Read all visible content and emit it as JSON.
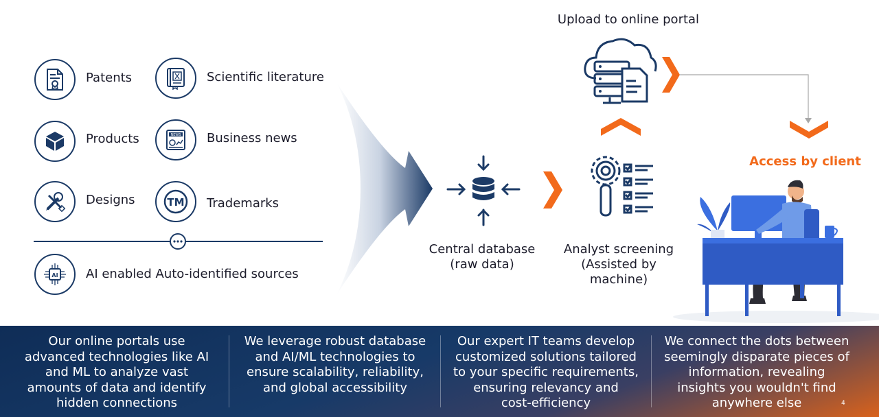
{
  "sources": [
    {
      "label": "Patents",
      "icon": "patent-document-icon"
    },
    {
      "label": "Scientific literature",
      "icon": "scientific-book-icon"
    },
    {
      "label": "Products",
      "icon": "product-box-icon"
    },
    {
      "label": "Business news",
      "icon": "newspaper-icon"
    },
    {
      "label": "Designs",
      "icon": "design-tools-icon"
    },
    {
      "label": "Trademarks",
      "icon": "trademark-icon"
    },
    {
      "label": "AI enabled Auto-identified sources",
      "icon": "ai-chip-icon"
    }
  ],
  "more_icon": "ellipsis-icon",
  "pipeline": {
    "database_line1": "Central database",
    "database_line2": "(raw data)",
    "screening_line1": "Analyst screening",
    "screening_line2": "(Assisted by",
    "screening_line3": "machine)",
    "upload_label": "Upload to online portal",
    "client_label": "Access by client"
  },
  "footer_columns": [
    [
      "Our online portals use",
      "advanced technologies like AI",
      "and ML to analyze vast",
      "amounts of data and identify",
      "hidden connections"
    ],
    [
      "We leverage robust database",
      "and AI/ML technologies to",
      "ensure scalability, reliability,",
      "and global accessibility"
    ],
    [
      "Our expert IT teams develop",
      "customized solutions tailored",
      "to your specific requirements,",
      "ensuring relevancy and",
      "cost-efficiency"
    ],
    [
      "We connect the dots between",
      "seemingly disparate pieces of",
      "information, revealing",
      "insights you wouldn't find",
      "anywhere else"
    ]
  ],
  "page_number": "4",
  "colors": {
    "navy": "#1b3a66",
    "orange": "#f26a1b",
    "blue": "#3b6fe0"
  }
}
